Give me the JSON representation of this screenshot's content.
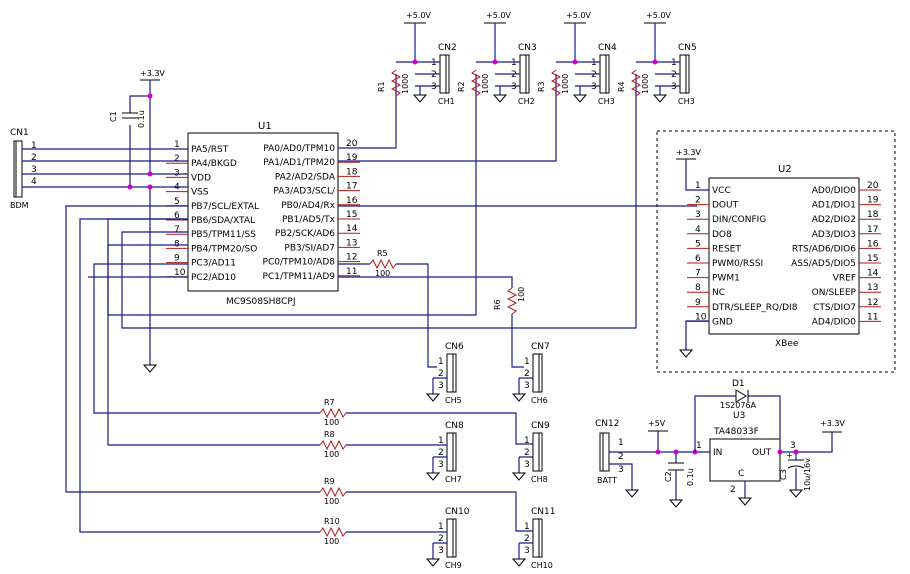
{
  "power": {
    "p50": "+5.0V",
    "p33": "+3.3V",
    "p5": "+5V"
  },
  "u1": {
    "ref": "U1",
    "part": "MC9S08SH8CPJ",
    "left_pins": [
      {
        "num": "1",
        "name": "PA5/RST"
      },
      {
        "num": "2",
        "name": "PA4/BKGD"
      },
      {
        "num": "3",
        "name": "VDD"
      },
      {
        "num": "4",
        "name": "VSS"
      },
      {
        "num": "5",
        "name": "PB7/SCL/EXTAL"
      },
      {
        "num": "6",
        "name": "PB6/SDA/XTAL"
      },
      {
        "num": "7",
        "name": "PB5/TPM11/SS"
      },
      {
        "num": "8",
        "name": "PB4/TPM20/SO"
      },
      {
        "num": "9",
        "name": "PC3/AD11"
      },
      {
        "num": "10",
        "name": "PC2/AD10"
      }
    ],
    "right_pins": [
      {
        "num": "20",
        "name": "PA0/AD0/TPM10"
      },
      {
        "num": "19",
        "name": "PA1/AD1/TPM20"
      },
      {
        "num": "18",
        "name": "PA2/AD2/SDA"
      },
      {
        "num": "17",
        "name": "PA3/AD3/SCL/"
      },
      {
        "num": "16",
        "name": "PB0/AD4/Rx"
      },
      {
        "num": "15",
        "name": "PB1/AD5/Tx"
      },
      {
        "num": "14",
        "name": "PB2/SCK/AD6"
      },
      {
        "num": "13",
        "name": "PB3/SI/AD7"
      },
      {
        "num": "12",
        "name": "PC0/TPM10/AD8"
      },
      {
        "num": "11",
        "name": "PC1/TPM11/AD9"
      }
    ]
  },
  "u2": {
    "ref": "U2",
    "part": "XBee",
    "left_pins": [
      {
        "num": "1",
        "name": "VCC"
      },
      {
        "num": "2",
        "name": "DOUT"
      },
      {
        "num": "3",
        "name": "DIN/CONFIG"
      },
      {
        "num": "4",
        "name": "DO8"
      },
      {
        "num": "5",
        "name": "RESET"
      },
      {
        "num": "6",
        "name": "PWM0/RSSI"
      },
      {
        "num": "7",
        "name": "PWM1"
      },
      {
        "num": "8",
        "name": "NC"
      },
      {
        "num": "9",
        "name": "DTR/SLEEP_RQ/DI8"
      },
      {
        "num": "10",
        "name": "GND"
      }
    ],
    "right_pins": [
      {
        "num": "20",
        "name": "AD0/DIO0"
      },
      {
        "num": "19",
        "name": "AD1/DIO1"
      },
      {
        "num": "18",
        "name": "AD2/DIO2"
      },
      {
        "num": "17",
        "name": "AD3/DIO3"
      },
      {
        "num": "16",
        "name": "RTS/AD6/DIO6"
      },
      {
        "num": "15",
        "name": "ASS/AD5/DIO5"
      },
      {
        "num": "14",
        "name": "VREF"
      },
      {
        "num": "13",
        "name": "ON/SLEEP"
      },
      {
        "num": "12",
        "name": "CTS/DIO7"
      },
      {
        "num": "11",
        "name": "AD4/DIO0"
      }
    ]
  },
  "u3": {
    "ref": "U3",
    "part": "TA48033F",
    "in": "IN",
    "out": "OUT",
    "c": "C",
    "pin1": "1",
    "pin2": "2",
    "pin3": "3"
  },
  "d1": {
    "ref": "D1",
    "part": "1S2076A"
  },
  "cn1": {
    "ref": "CN1",
    "label": "BDM",
    "pins": [
      "1",
      "2",
      "3",
      "4"
    ]
  },
  "cn12": {
    "ref": "CN12",
    "label": "BATT",
    "pins": [
      "1",
      "2",
      "3"
    ]
  },
  "servo_connectors": [
    {
      "ref": "CN2",
      "ch": "CH1"
    },
    {
      "ref": "CN3",
      "ch": "CH2"
    },
    {
      "ref": "CN4",
      "ch": "CH3"
    },
    {
      "ref": "CN5",
      "ch": "CH3"
    }
  ],
  "pullups": [
    {
      "ref": "R1",
      "value": "1000"
    },
    {
      "ref": "R2",
      "value": "1000"
    },
    {
      "ref": "R3",
      "value": "1000"
    },
    {
      "ref": "R4",
      "value": "1000"
    }
  ],
  "lower_connectors": [
    {
      "ref": "CN6",
      "ch": "CH5"
    },
    {
      "ref": "CN7",
      "ch": "CH6"
    },
    {
      "ref": "CN8",
      "ch": "CH7"
    },
    {
      "ref": "CN9",
      "ch": "CH8"
    },
    {
      "ref": "CN10",
      "ch": "CH9"
    },
    {
      "ref": "CN11",
      "ch": "CH10"
    }
  ],
  "pin_nums": {
    "p1": "1",
    "p2": "2",
    "p3": "3"
  },
  "resistors": {
    "r5": {
      "ref": "R5",
      "value": "100"
    },
    "r6": {
      "ref": "R6",
      "value": "100"
    },
    "r7": {
      "ref": "R7",
      "value": "100"
    },
    "r8": {
      "ref": "R8",
      "value": "100"
    },
    "r9": {
      "ref": "R9",
      "value": "100"
    },
    "r10": {
      "ref": "R10",
      "value": "100"
    }
  },
  "caps": {
    "c1": {
      "ref": "C1",
      "value": "0.1u"
    },
    "c2": {
      "ref": "C2",
      "value": "0.1u"
    },
    "c3": {
      "ref": "C3",
      "value": "10u/16v"
    }
  }
}
